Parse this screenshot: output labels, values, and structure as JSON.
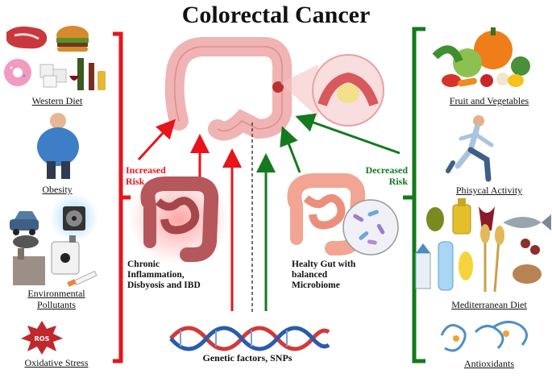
{
  "title": "Colorectal Cancer",
  "left_factors": [
    "Western Diet",
    "Obesity",
    "Environmental Pollutants",
    "Oxidative Stress"
  ],
  "right_factors": [
    "Fruit and Vegetables",
    "Phisycal Activity",
    "Mediterranean Diet",
    "Antioxidants"
  ],
  "increased_risk": "Increased Risk",
  "decreased_risk": "Decreased Risk",
  "inflamed_gut_label": "Chronic Inflammation, Disbyosis and IBD",
  "healthy_gut_label": "Healty Gut with balanced Microbiome",
  "genetic_label": "Genetic factors, SNPs",
  "ros_badge": "ROS",
  "colors": {
    "increase": "#e8141b",
    "decrease": "#137a1e"
  },
  "icons": [
    "steak-icon",
    "burger-icon",
    "donut-icon",
    "sugar-cubes-icon",
    "wine-bottle-icon",
    "obese-person-icon",
    "car-icon",
    "fan-icon",
    "factory-icon",
    "chemical-canister-icon",
    "cigarette-icon",
    "ros-burst-icon",
    "colon-icon",
    "tumor-zoom-icon",
    "inflamed-intestine-icon",
    "healthy-intestine-icon",
    "microbiome-circle-icon",
    "dna-helix-icon",
    "vegetables-icon",
    "runner-icon",
    "olive-oil-icon",
    "fish-icon",
    "wheat-icon",
    "milk-icon",
    "water-bottle-icon",
    "antioxidant-molecule-icon"
  ]
}
